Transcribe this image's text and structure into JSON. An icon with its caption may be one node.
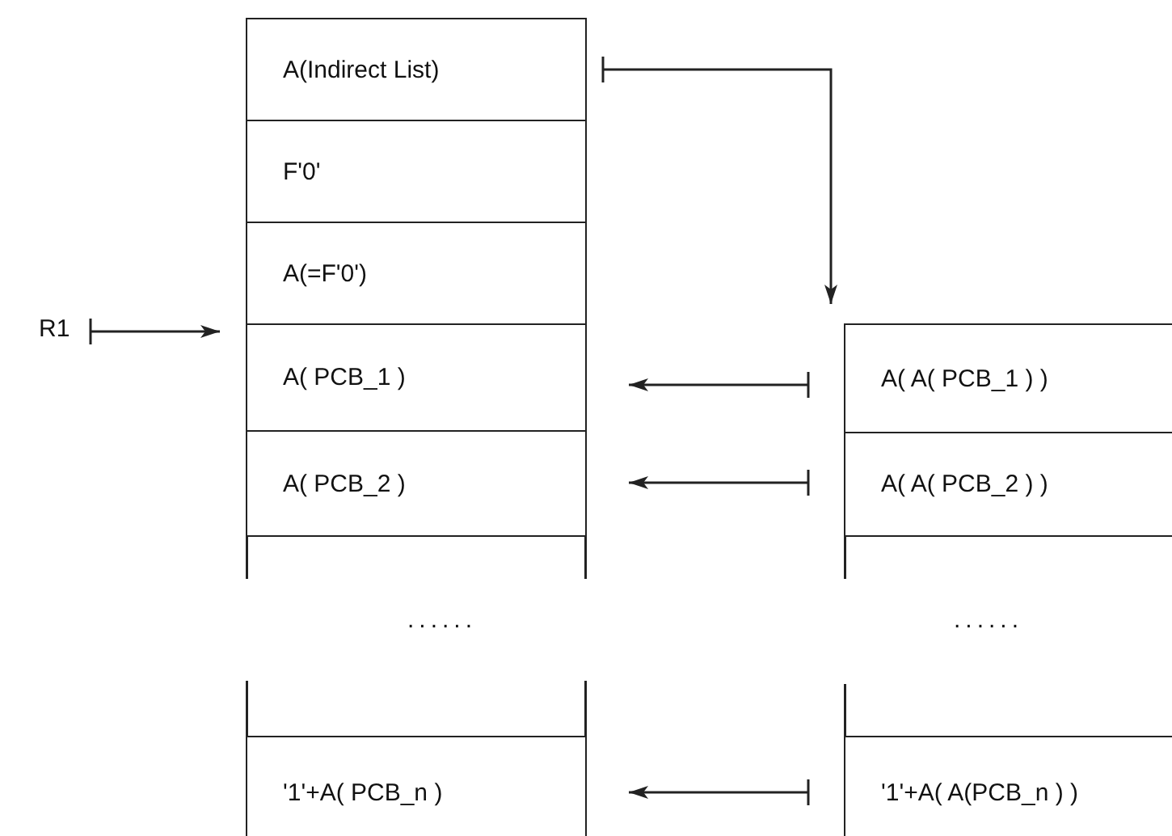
{
  "diagram": {
    "nodes": [
      {
        "text": [
          "A(Indirect List)"
        ]
      },
      {
        "text": [
          "F'0'"
        ]
      },
      {
        "text": [
          "A(=F'0')"
        ]
      },
      {
        "text": [
          "A( PCB_1 )"
        ]
      },
      {
        "text": [
          "A( PCB_2 )"
        ]
      },
      {
        "text": [
          "'1'+A( PCB_n )"
        ]
      },
      {
        "text": [
          "R1"
        ]
      },
      {
        "text": [
          "A( A( PCB_1 ) )"
        ]
      },
      {
        "text": [
          "A( A( PCB_2 ) )"
        ]
      },
      {
        "text": [
          "'1'+A( A(PCB_n ) )"
        ]
      }
    ],
    "edges": [
      {
        "from": 6,
        "to": 3,
        "arrow": "to"
      },
      {
        "from": 0,
        "to": 7,
        "arrow": "to"
      },
      {
        "from": 7,
        "to": 3,
        "arrow": "to"
      },
      {
        "from": 8,
        "to": 4,
        "arrow": "to"
      },
      {
        "from": 9,
        "to": 5,
        "arrow": "to"
      }
    ],
    "labels": [
      "......",
      "......"
    ]
  }
}
